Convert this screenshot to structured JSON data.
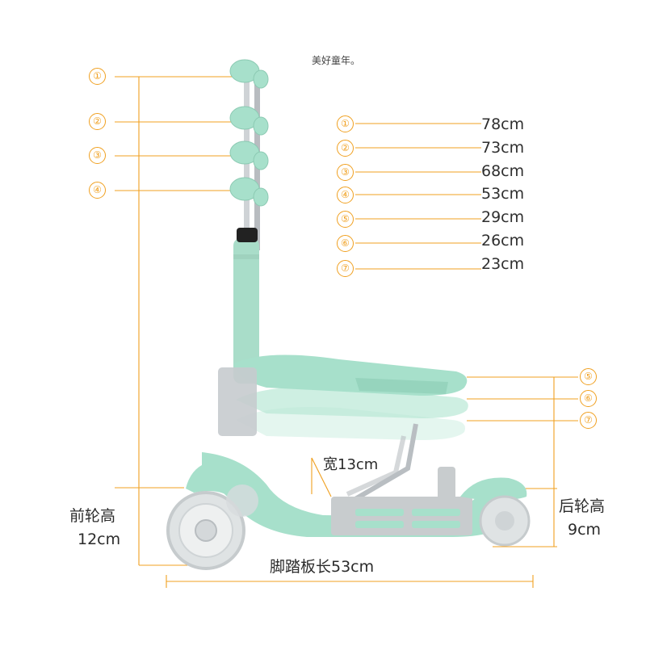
{
  "tagline": "美好童年。",
  "handle_markers": [
    "①",
    "②",
    "③",
    "④"
  ],
  "seat_markers": [
    "⑤",
    "⑥",
    "⑦"
  ],
  "height_table": [
    {
      "marker": "①",
      "value": "78cm"
    },
    {
      "marker": "②",
      "value": "73cm"
    },
    {
      "marker": "③",
      "value": "68cm"
    },
    {
      "marker": "④",
      "value": "53cm"
    },
    {
      "marker": "⑤",
      "value": "29cm"
    },
    {
      "marker": "⑥",
      "value": "26cm"
    },
    {
      "marker": "⑦",
      "value": "23cm"
    }
  ],
  "front_wheel": {
    "label": "前轮高",
    "value": "12cm"
  },
  "rear_wheel": {
    "label": "后轮高",
    "value": "9cm"
  },
  "deck_width": "宽13cm",
  "deck_length": "脚踏板长53cm",
  "colors": {
    "accent": "#f0a020",
    "mint": "#a8e0cc",
    "gray": "#c9cccf"
  }
}
